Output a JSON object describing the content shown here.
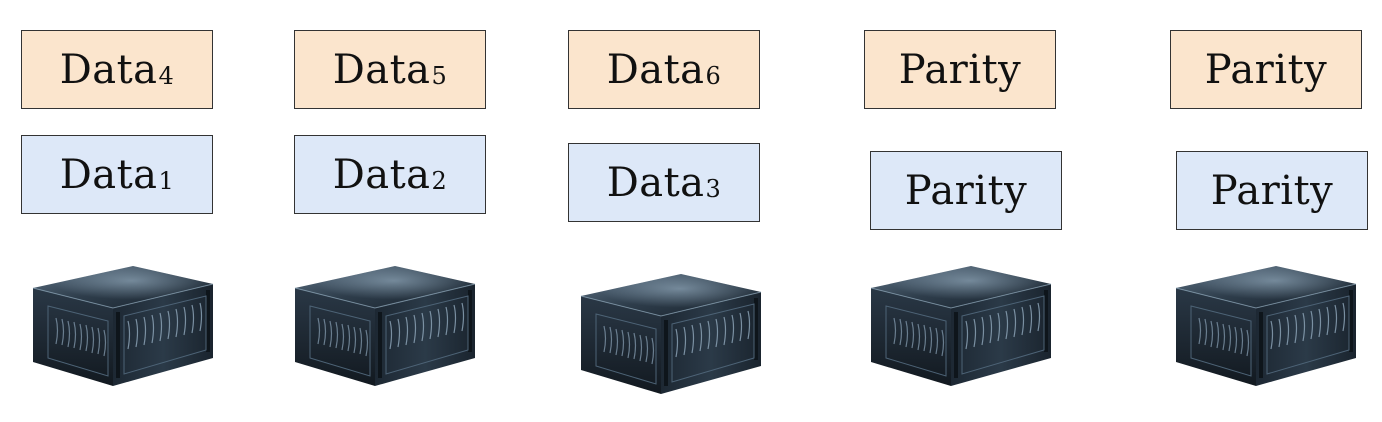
{
  "colors": {
    "top_row_fill": "#fbe5cd",
    "bottom_row_fill": "#dde8f8",
    "border": "#333333"
  },
  "columns": [
    {
      "top": {
        "main": "Data",
        "sub": "4"
      },
      "bottom": {
        "main": "Data",
        "sub": "1"
      },
      "icon": "server-icon"
    },
    {
      "top": {
        "main": "Data",
        "sub": "5"
      },
      "bottom": {
        "main": "Data",
        "sub": "2"
      },
      "icon": "server-icon"
    },
    {
      "top": {
        "main": "Data",
        "sub": "6"
      },
      "bottom": {
        "main": "Data",
        "sub": "3"
      },
      "icon": "server-icon"
    },
    {
      "top": {
        "main": "Parity",
        "sub": ""
      },
      "bottom": {
        "main": "Parity",
        "sub": ""
      },
      "icon": "server-icon"
    },
    {
      "top": {
        "main": "Parity",
        "sub": ""
      },
      "bottom": {
        "main": "Parity",
        "sub": ""
      },
      "icon": "server-icon"
    }
  ]
}
